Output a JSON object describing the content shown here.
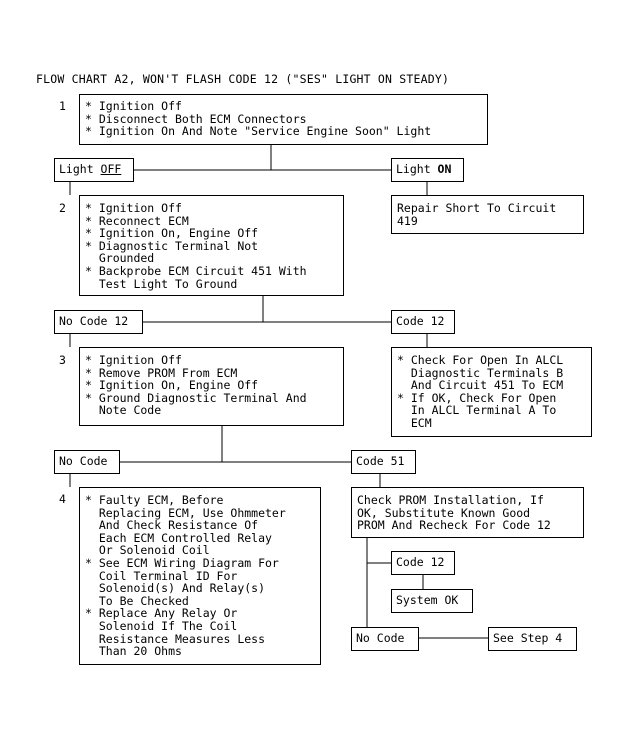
{
  "title": "FLOW CHART A2, WON'T FLASH CODE 12 (\"SES\" LIGHT ON STEADY)",
  "steps": {
    "s1": {
      "num": "1",
      "lines": [
        "* Ignition Off",
        "* Disconnect Both ECM Connectors",
        "* Ignition On And Note \"Service Engine Soon\" Light"
      ]
    },
    "s2": {
      "num": "2",
      "lines": [
        "* Ignition Off",
        "* Reconnect ECM",
        "* Ignition On, Engine Off",
        "* Diagnostic Terminal Not",
        "  Grounded",
        "* Backprobe ECM Circuit 451 With",
        "  Test Light To Ground"
      ]
    },
    "s3": {
      "num": "3",
      "lines": [
        "* Ignition Off",
        "* Remove PROM From ECM",
        "* Ignition On, Engine Off",
        "* Ground Diagnostic Terminal And",
        "  Note Code"
      ]
    },
    "s4": {
      "num": "4",
      "lines": [
        "* Faulty ECM, Before",
        "  Replacing ECM, Use Ohmmeter",
        "  And Check Resistance Of",
        "  Each ECM Controlled Relay",
        "  Or Solenoid Coil",
        "* See ECM Wiring Diagram For",
        "  Coil Terminal ID For",
        "  Solenoid(s) And Relay(s)",
        "  To Be Checked",
        "* Replace Any Relay Or",
        "  Solenoid If The Coil",
        "  Resistance Measures Less",
        "  Than 20 Ohms"
      ]
    }
  },
  "labels": {
    "light_off_prefix": "Light ",
    "light_off_word": "OFF",
    "light_on_prefix": "Light ",
    "light_on_word": "ON",
    "no_code_12_a": "No Code 12",
    "code_12_a": "Code 12",
    "no_code_a": "No Code",
    "code_51": "Code 51",
    "code_12_b": "Code 12",
    "system_ok": "System OK",
    "no_code_b": "No Code",
    "see_step_4": "See Step 4"
  },
  "actions": {
    "repair_short": [
      "Repair Short To Circuit",
      "419"
    ],
    "check_open": [
      "* Check For Open In ALCL",
      "  Diagnostic Terminals B",
      "  And Circuit 451 To ECM",
      "* If OK, Check For Open",
      "  In ALCL Terminal A To",
      "  ECM"
    ],
    "check_prom": [
      "Check PROM Installation, If",
      "OK, Substitute Known Good",
      "PROM And Recheck For Code 12"
    ]
  }
}
